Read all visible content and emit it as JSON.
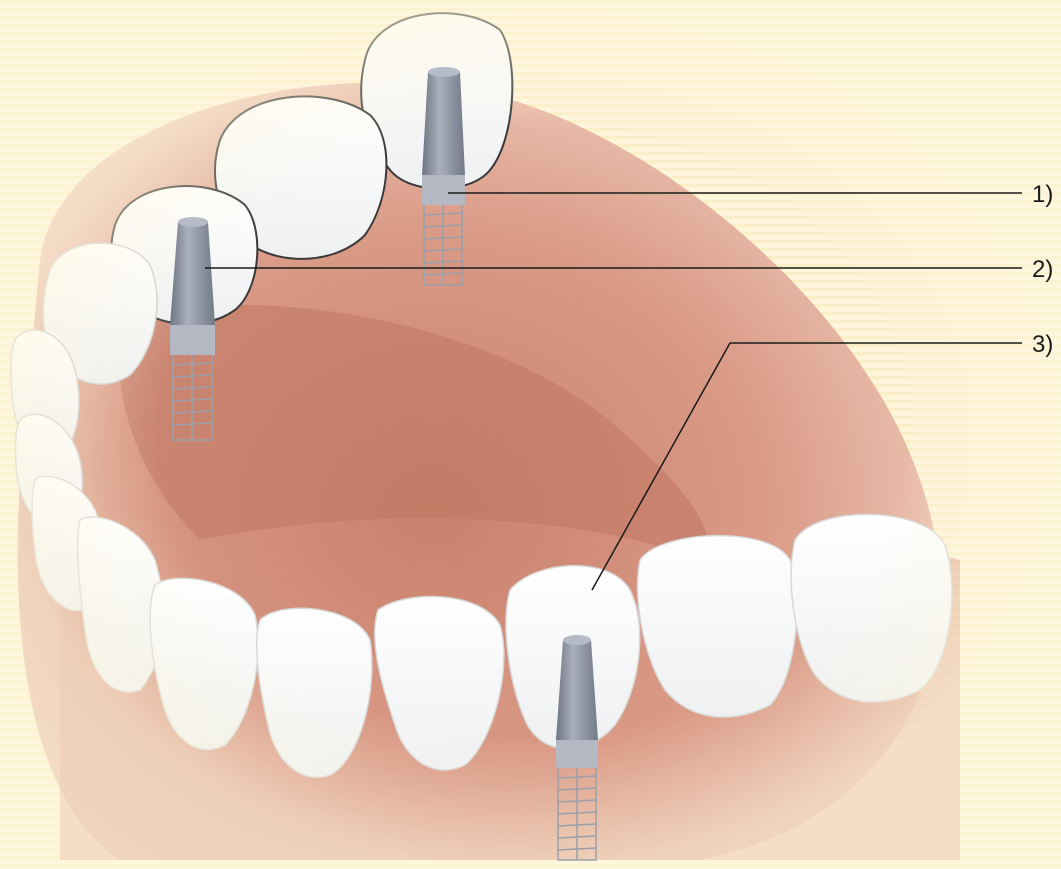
{
  "labels": {
    "one": "1)",
    "two": "2)",
    "three": "3)"
  },
  "icons": {
    "implant": "dental-implant-icon",
    "tooth": "tooth-crown-icon",
    "gum": "gum-tissue-icon"
  },
  "colors": {
    "background": "#fdf6dc",
    "gum": "#d9957f",
    "gum_dark": "#b96f5b",
    "tooth": "#ffffff",
    "implant": "#8f96a3",
    "implant_dark": "#6b7280",
    "leader_line": "#1a1a1a"
  }
}
